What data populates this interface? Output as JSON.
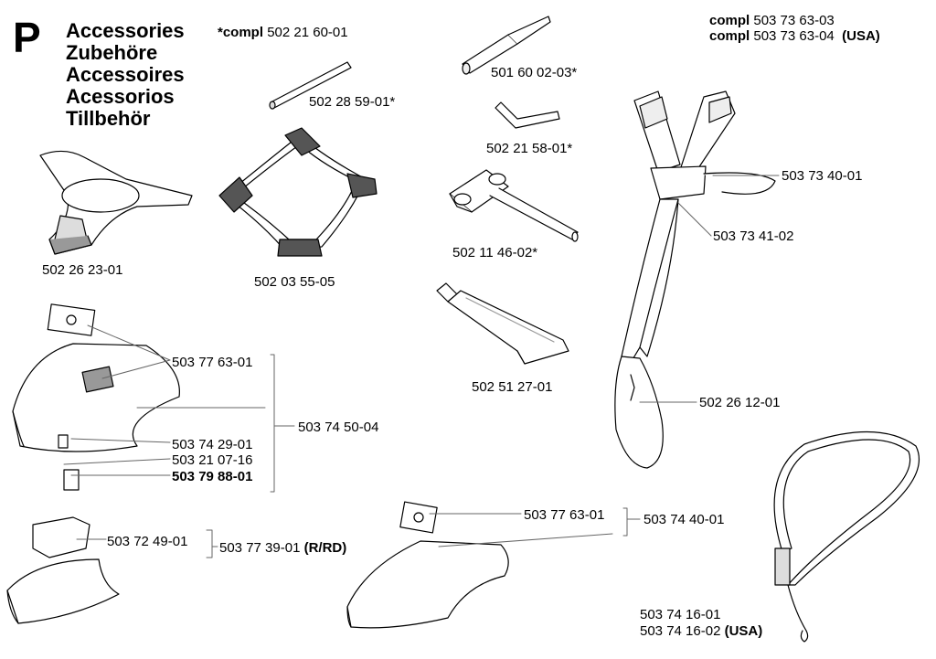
{
  "section": {
    "letter": "P",
    "titles": [
      "Accessories",
      "Zubehöre",
      "Accessoires",
      "Acessorios",
      "Tillbehör"
    ]
  },
  "notes": {
    "compl_star_prefix": "*compl",
    "compl_star_number": "502 21 60-01",
    "compl_prefix": "compl",
    "compl_harness_1": "503 73 63-03",
    "compl_harness_2": "503 73 63-04",
    "usa_suffix": "(USA)"
  },
  "parts": {
    "p_5022859": "502 28 59-01*",
    "p_5016002": "501 60 02-03*",
    "p_5022158": "502 21 58-01*",
    "p_5021146": "502 11 46-02*",
    "p_5022623": "502 26 23-01",
    "p_5020355": "502 03 55-05",
    "p_5037340": "503 73 40-01",
    "p_5037341": "503 73 41-02",
    "p_5025127": "502 51 27-01",
    "p_5022612": "502 26 12-01",
    "p_5037763_a": "503 77 63-01",
    "p_5037450": "503 74 50-04",
    "p_5037429": "503 74 29-01",
    "p_5032107": "503 21 07-16",
    "p_5037988": "503 79 88-01",
    "p_5037249": "503 72 49-01",
    "p_5037739": "503 77 39-01",
    "rrd_suffix": "(R/RD)",
    "p_5037763_b": "503 77 63-01",
    "p_5037440": "503 74 40-01",
    "p_5037416_1": "503 74 16-01",
    "p_5037416_2": "503 74 16-02"
  }
}
